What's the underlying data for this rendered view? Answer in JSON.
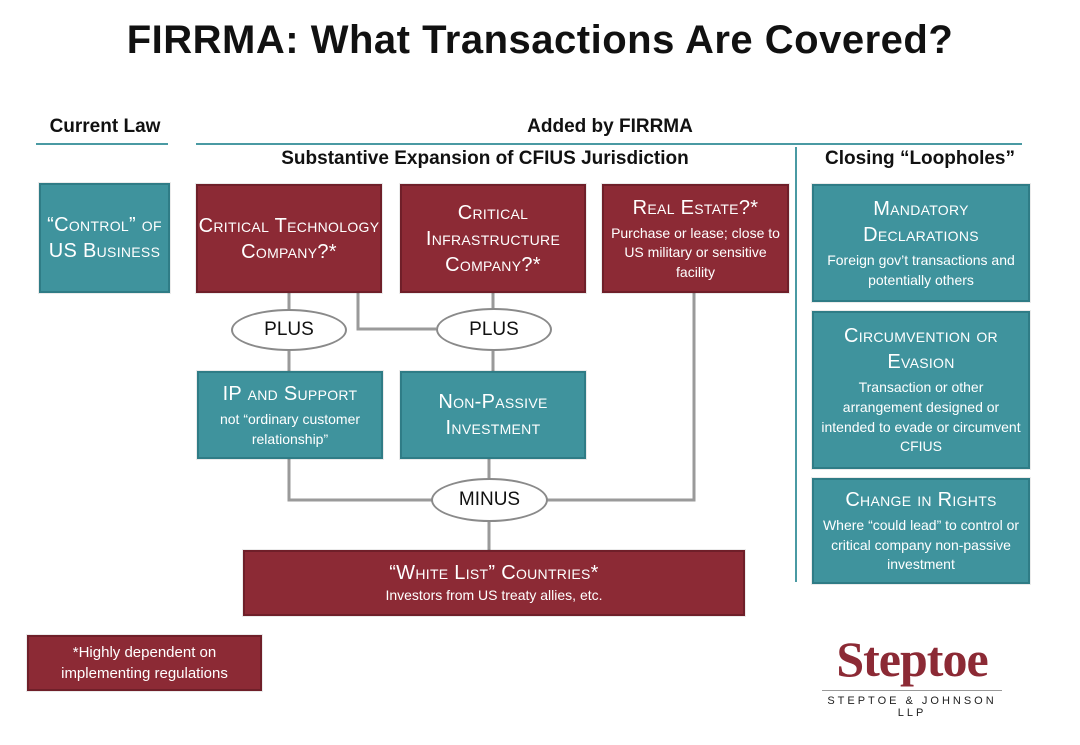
{
  "title": "FIRRMA: What Transactions Are Covered?",
  "headers": {
    "current_law": "Current Law",
    "added_by": "Added by FIRRMA",
    "expansion": "Substantive Expansion of CFIUS Jurisdiction",
    "loopholes": "Closing “Loopholes”"
  },
  "boxes": {
    "control": {
      "title": "“Control” of US Business"
    },
    "critical_tech": {
      "title": "Critical Technology Company?*"
    },
    "critical_infra": {
      "title": "Critical Infrastructure Company?*"
    },
    "real_estate": {
      "title": "Real Estate?*",
      "sub": "Purchase or lease; close to US military or sensitive facility"
    },
    "ip_support": {
      "title": "IP and Support",
      "sub": "not “ordinary customer relationship”"
    },
    "non_passive": {
      "title": "Non-Passive Investment"
    },
    "white_list": {
      "title": "“White List” Countries*",
      "sub": "Investors from US treaty allies, etc."
    },
    "mandatory": {
      "title": "Mandatory Declarations",
      "sub": "Foreign gov’t transactions and potentially others"
    },
    "circumvention": {
      "title": "Circumvention or Evasion",
      "sub": "Transaction or other arrangement designed or intended to evade or circumvent CFIUS"
    },
    "change_rights": {
      "title": "Change in Rights",
      "sub": "Where “could lead” to control or critical company non-passive investment"
    }
  },
  "operators": {
    "plus_left": "PLUS",
    "plus_right": "PLUS",
    "minus": "MINUS"
  },
  "footnote": "*Highly dependent on implementing regulations",
  "logo": {
    "name": "Steptoe",
    "sub": "STEPTOE & JOHNSON LLP"
  },
  "colors": {
    "teal": "#3f939d",
    "red": "#8c2a35",
    "rule": "#4a9aa3"
  }
}
